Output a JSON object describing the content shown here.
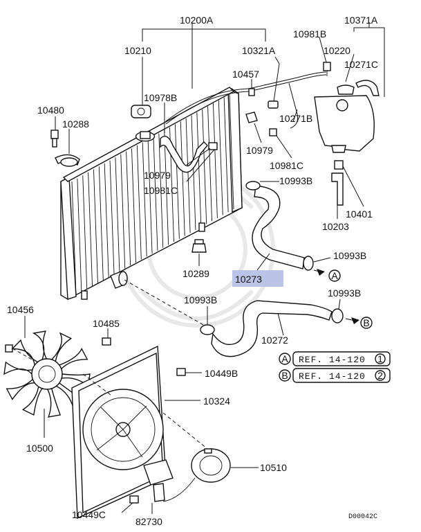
{
  "labels": {
    "p10200A": "10200A",
    "p10371A": "10371A",
    "p10981B_top": "10981B",
    "p10210": "10210",
    "p10321A": "10321A",
    "p10220": "10220",
    "p10271C": "10271C",
    "p10457": "10457",
    "p10978B": "10978B",
    "p10480": "10480",
    "p10288": "10288",
    "p10271B": "10271B",
    "p10979_right": "10979",
    "p10981C_right": "10981C",
    "p10979_left": "10979",
    "p10993B_top": "10993B",
    "p10981C_left": "10981C",
    "p10401": "10401",
    "p10203": "10203",
    "p10289": "10289",
    "p10993B_mid": "10993B",
    "p10273": "10273",
    "p10456": "10456",
    "p10993B_lowleft": "10993B",
    "p10993B_lowright": "10993B",
    "p10485": "10485",
    "p10272": "10272",
    "p10449B": "10449B",
    "p10324": "10324",
    "p10500": "10500",
    "p10510": "10510",
    "p10449C": "10449C",
    "p82730": "82730"
  },
  "highlight_color": "#b9c4e6",
  "refs": [
    {
      "letter": "A",
      "text": "REF. 14-120",
      "num": "1"
    },
    {
      "letter": "B",
      "text": "REF. 14-120",
      "num": "2"
    }
  ],
  "arrow_letters": {
    "a": "A",
    "b": "B"
  },
  "diagram_code": "D00042C"
}
